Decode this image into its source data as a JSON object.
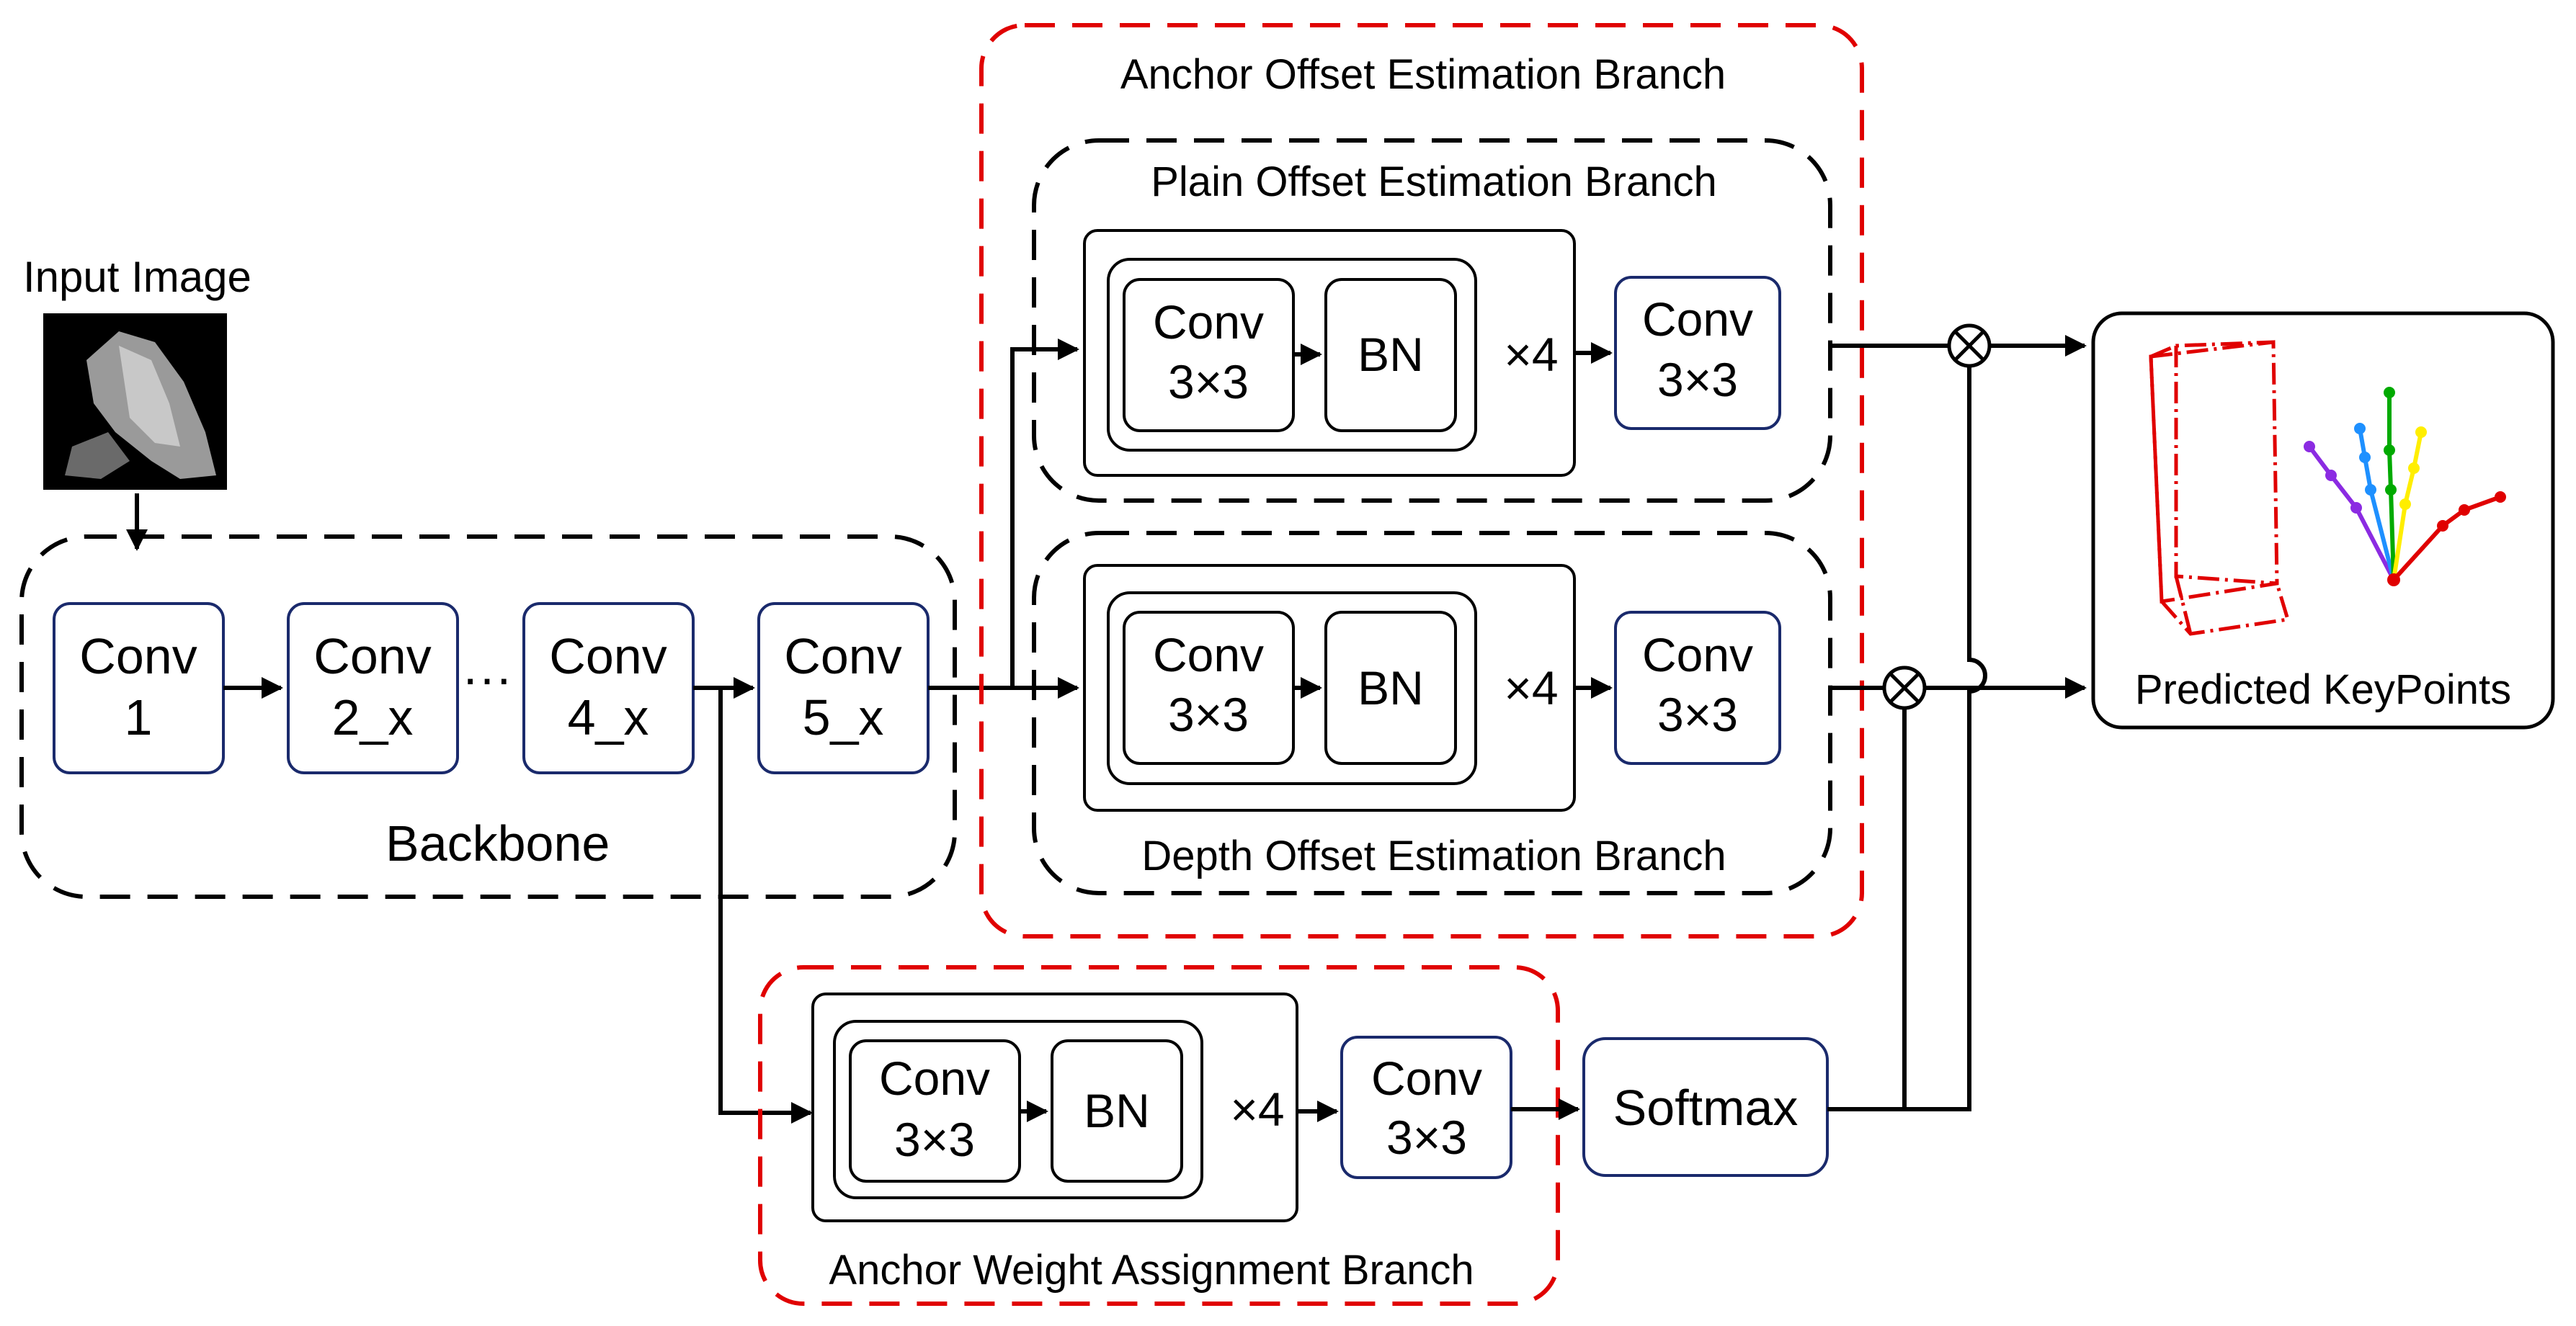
{
  "colors": {
    "module_border": "#1a2a6c",
    "branch_border": "#e00000",
    "dash_border": "#000000",
    "line": "#000000"
  },
  "labels": {
    "input_image": "Input Image",
    "backbone": "Backbone",
    "conv1": [
      "Conv",
      "1"
    ],
    "conv2": [
      "Conv",
      "2_x"
    ],
    "conv4": [
      "Conv",
      "4_x"
    ],
    "conv5": [
      "Conv",
      "5_x"
    ],
    "ellipsis": "···",
    "anchor_offset_branch": "Anchor Offset Estimation Branch",
    "plain_offset_branch": "Plain Offset Estimation Branch",
    "depth_offset_branch": "Depth Offset Estimation Branch",
    "anchor_weight_branch": "Anchor Weight Assignment Branch",
    "conv3x3": [
      "Conv",
      "3×3"
    ],
    "bn": "BN",
    "times4": "×4",
    "softmax": "Softmax",
    "predicted_keypoints": "Predicted KeyPoints",
    "multiply_symbol": "⊗"
  },
  "hand_skeleton": {
    "finger_colors": [
      "#8b2be2",
      "#1e90ff",
      "#00aa00",
      "#ffee00",
      "#e00000"
    ]
  }
}
